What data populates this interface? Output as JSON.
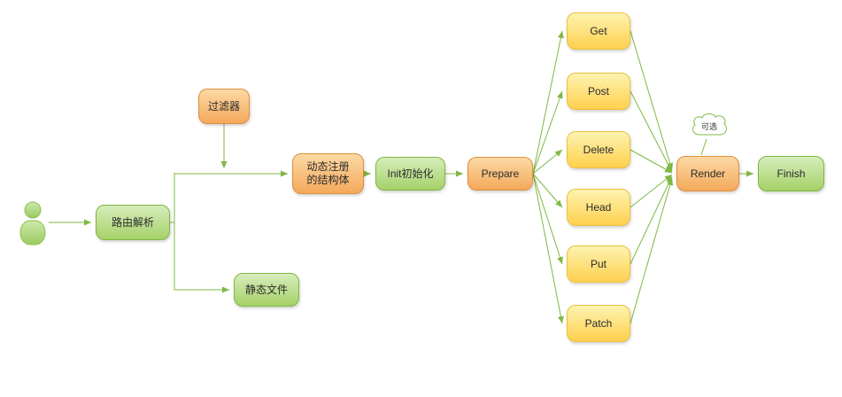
{
  "diagram": {
    "arrow_color": "#7eb842",
    "colors": {
      "green_node_border": "#7eb842",
      "green_node_fill": "#a6d169",
      "orange_node_border": "#df8e3e",
      "orange_node_fill": "#f4a95b",
      "yellow_node_border": "#eac23e",
      "yellow_node_fill": "#fed04e"
    },
    "icons": {
      "actor": "person-icon",
      "annotation_shape": "cloud-shape"
    },
    "nodes": {
      "route": {
        "label": "路由解析",
        "color": "green"
      },
      "filter": {
        "label": "过滤器",
        "color": "orange"
      },
      "static": {
        "label": "静态文件",
        "color": "green"
      },
      "struct": {
        "label": "动态注册\n的结构体",
        "color": "orange"
      },
      "init": {
        "label": "Init初始化",
        "color": "green"
      },
      "prepare": {
        "label": "Prepare",
        "color": "orange"
      },
      "get": {
        "label": "Get",
        "color": "yellow"
      },
      "post": {
        "label": "Post",
        "color": "yellow"
      },
      "delete": {
        "label": "Delete",
        "color": "yellow"
      },
      "head": {
        "label": "Head",
        "color": "yellow"
      },
      "put": {
        "label": "Put",
        "color": "yellow"
      },
      "patch": {
        "label": "Patch",
        "color": "yellow"
      },
      "render": {
        "label": "Render",
        "color": "orange"
      },
      "finish": {
        "label": "Finish",
        "color": "green"
      }
    },
    "annotation": {
      "label": "可选",
      "attached_to": "render"
    },
    "edges": [
      {
        "from": "user",
        "to": "route"
      },
      {
        "from": "route",
        "to": "struct"
      },
      {
        "from": "route",
        "to": "static"
      },
      {
        "from": "filter",
        "to": "main-flow"
      },
      {
        "from": "struct",
        "to": "init"
      },
      {
        "from": "init",
        "to": "prepare"
      },
      {
        "from": "prepare",
        "to": "get"
      },
      {
        "from": "prepare",
        "to": "post"
      },
      {
        "from": "prepare",
        "to": "delete"
      },
      {
        "from": "prepare",
        "to": "head"
      },
      {
        "from": "prepare",
        "to": "put"
      },
      {
        "from": "prepare",
        "to": "patch"
      },
      {
        "from": "get",
        "to": "render"
      },
      {
        "from": "post",
        "to": "render"
      },
      {
        "from": "delete",
        "to": "render"
      },
      {
        "from": "head",
        "to": "render"
      },
      {
        "from": "put",
        "to": "render"
      },
      {
        "from": "patch",
        "to": "render"
      },
      {
        "from": "render",
        "to": "finish"
      }
    ]
  }
}
